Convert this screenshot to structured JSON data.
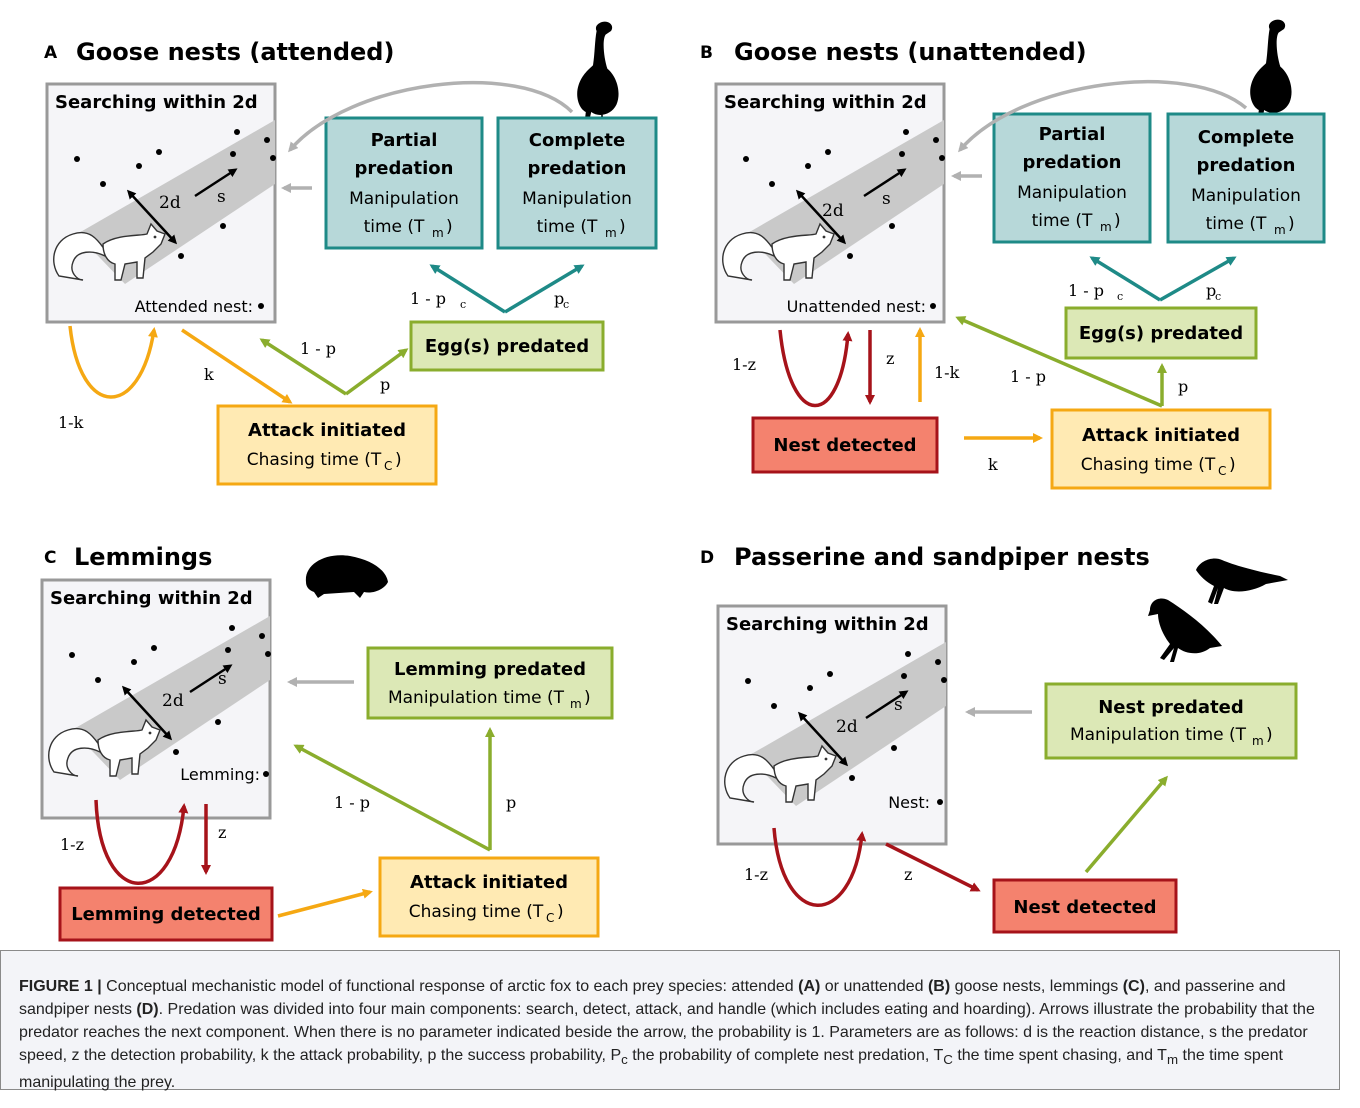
{
  "panels": [
    {
      "letter": "A",
      "title": "Goose nests (attended)",
      "search_title": "Searching within 2d",
      "nest_label": "Attended nest:",
      "d_label": "2d",
      "s_label": "s"
    },
    {
      "letter": "B",
      "title": "Goose nests (unattended)",
      "search_title": "Searching within 2d",
      "nest_label": "Unattended nest:",
      "d_label": "2d",
      "s_label": "s"
    },
    {
      "letter": "C",
      "title": "Lemmings",
      "search_title": "Searching within 2d",
      "nest_label": "Lemming:",
      "d_label": "2d",
      "s_label": "s"
    },
    {
      "letter": "D",
      "title": "Passerine and sandpiper nests",
      "search_title": "Searching within 2d",
      "nest_label": "Nest:",
      "d_label": "2d",
      "s_label": "s"
    }
  ],
  "boxes": {
    "partial": {
      "title1": "Partial",
      "title2": "predation",
      "line1": "Manipulation",
      "line2": "time (T",
      "sub": "m",
      "close": ")"
    },
    "complete": {
      "title1": "Complete",
      "title2": "predation",
      "line1": "Manipulation",
      "line2": "time (T",
      "sub": "m",
      "close": ")"
    },
    "egg": {
      "title": "Egg(s) predated"
    },
    "attack": {
      "title": "Attack initiated",
      "line": "Chasing time (T",
      "sub": "C",
      "close": ")"
    },
    "nest_detected": {
      "title": "Nest detected"
    },
    "lemming_predated": {
      "title": "Lemming predated",
      "line": "Manipulation time (T",
      "sub": "m",
      "close": ")"
    },
    "lemming_detected": {
      "title": "Lemming detected"
    },
    "nest_predated": {
      "title": "Nest predated",
      "line": "Manipulation time (T",
      "sub": "m",
      "close": ")"
    }
  },
  "labels": {
    "k": "k",
    "one_minus_k": "1-k",
    "p": "p",
    "one_minus_p": "1 - p",
    "z": "z",
    "one_minus_z": "1-z",
    "one_minus_pc": "1 - p",
    "pc": "p",
    "c_sub": "c"
  },
  "caption": {
    "fig": "FIGURE 1 |",
    "s1": " Conceptual mechanistic model of functional response of arctic fox to each prey species: attended ",
    "a": "(A)",
    "s2": " or unattended ",
    "b": "(B)",
    "s3": " goose nests, lemmings ",
    "c": "(C)",
    "s4": ", and passerine and sandpiper nests ",
    "d": "(D)",
    "s5": ". Predation was divided into four main components: search, detect, attack, and handle (which includes eating and hoarding). Arrows illustrate the probability that the predator reaches the next component. When there is no parameter indicated beside the arrow, the probability is 1. Parameters are as follows: d is the reaction distance, s the predator speed, z the detection probability, k the attack probability, p the success probability, P",
    "s5sub": "c",
    "s6": " the probability of complete nest predation, T",
    "s6sub": "C",
    "s7": " the time spent chasing, and T",
    "s7sub": "m",
    "s8": " the time spent manipulating the prey."
  },
  "colors": {
    "teal": "#1e8a87",
    "teal_fill": "#b7d8d9",
    "green": "#8aad2d",
    "green_fill": "#dce8b6",
    "orange": "#f5a813",
    "orange_fill": "#ffeab3",
    "red": "#a6131a",
    "red_fill": "#f4826e",
    "gray": "#b1b1b1"
  }
}
